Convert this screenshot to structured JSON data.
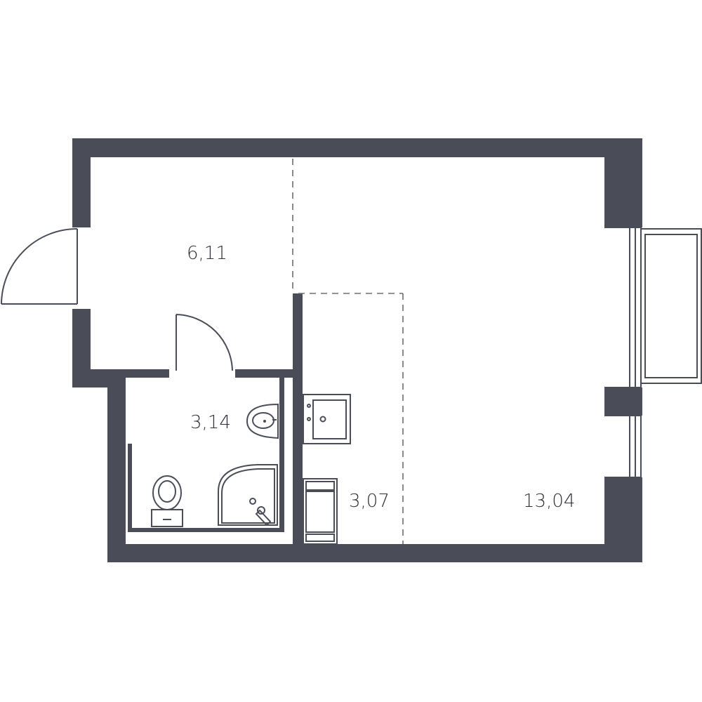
{
  "floor_plan": {
    "rooms": [
      {
        "id": "hallway",
        "area": "6,11"
      },
      {
        "id": "bathroom",
        "area": "3,14"
      },
      {
        "id": "kitchen",
        "area": "3,07"
      },
      {
        "id": "living-room",
        "area": "13,04"
      }
    ],
    "colors": {
      "wall": "#4a4d57",
      "background": "#ffffff",
      "text": "#2f3038"
    }
  }
}
